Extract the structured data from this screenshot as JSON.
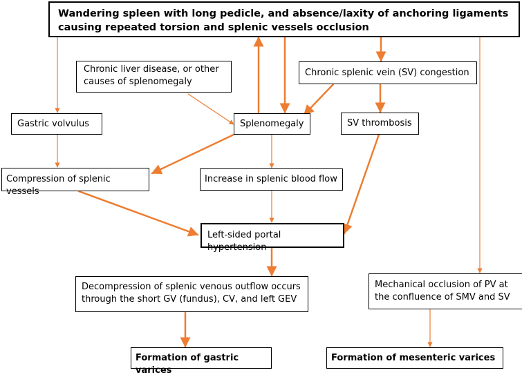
{
  "nodes": {
    "wandering_spleen": "Wandering spleen with long pedicle, and absence/laxity of anchoring ligaments\ncausing repeated torsion and splenic vessels occlusion",
    "chronic_liver": "Chronic liver disease, or other\ncauses of splenomegaly",
    "sv_congestion": "Chronic splenic vein (SV) congestion",
    "gastric_volvulus": "Gastric volvulus",
    "splenomegaly": "Splenomegaly",
    "sv_thrombosis": "SV thrombosis",
    "compression": "Compression of splenic vessels",
    "increase_flow": "Increase in splenic blood flow",
    "left_portal_htn": "Left-sided portal hypertension",
    "decompression": "Decompression of splenic venous outflow occurs\nthrough the short GV (fundus), CV, and left GEV",
    "mechanical_occlusion": "Mechanical occlusion of PV at\nthe confluence of SMV and SV",
    "gastric_varices": "Formation of gastric varices",
    "mesenteric_varices": "Formation of mesenteric varices"
  },
  "colors": {
    "arrow": "#ED7D31",
    "border": "#000000"
  }
}
